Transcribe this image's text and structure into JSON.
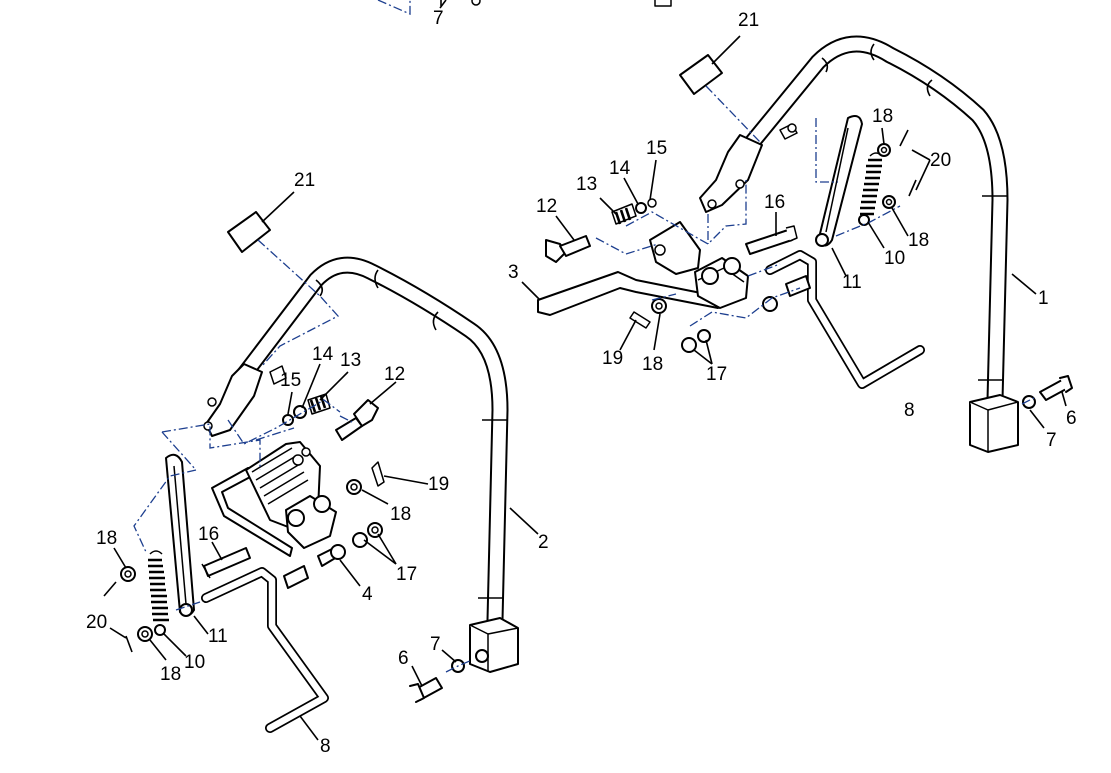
{
  "diagram": {
    "line_color": "#000000",
    "centerline_color": "#1d3f8f",
    "callouts": [
      {
        "id": "c-7-top",
        "text": "7"
      },
      {
        "id": "c-21-right",
        "text": "21"
      },
      {
        "id": "c-18-rt",
        "text": "18"
      },
      {
        "id": "c-20-right",
        "text": "20"
      },
      {
        "id": "c-15-right",
        "text": "15"
      },
      {
        "id": "c-14-right",
        "text": "14"
      },
      {
        "id": "c-13-right",
        "text": "13"
      },
      {
        "id": "c-12-right",
        "text": "12"
      },
      {
        "id": "c-16-right",
        "text": "16"
      },
      {
        "id": "c-3",
        "text": "3"
      },
      {
        "id": "c-18-rr",
        "text": "18"
      },
      {
        "id": "c-10-right",
        "text": "10"
      },
      {
        "id": "c-11-right",
        "text": "11"
      },
      {
        "id": "c-1",
        "text": "1"
      },
      {
        "id": "c-19-right",
        "text": "19"
      },
      {
        "id": "c-18-rb",
        "text": "18"
      },
      {
        "id": "c-17-right",
        "text": "17"
      },
      {
        "id": "c-8-right",
        "text": "8"
      },
      {
        "id": "c-6-right",
        "text": "6"
      },
      {
        "id": "c-7-right",
        "text": "7"
      },
      {
        "id": "c-21-left",
        "text": "21"
      },
      {
        "id": "c-14-left",
        "text": "14"
      },
      {
        "id": "c-13-left",
        "text": "13"
      },
      {
        "id": "c-15-left",
        "text": "15"
      },
      {
        "id": "c-12-left",
        "text": "12"
      },
      {
        "id": "c-19-left",
        "text": "19"
      },
      {
        "id": "c-18-lm",
        "text": "18"
      },
      {
        "id": "c-2",
        "text": "2"
      },
      {
        "id": "c-18-lt",
        "text": "18"
      },
      {
        "id": "c-16-left",
        "text": "16"
      },
      {
        "id": "c-17-left",
        "text": "17"
      },
      {
        "id": "c-4",
        "text": "4"
      },
      {
        "id": "c-20-left",
        "text": "20"
      },
      {
        "id": "c-11-left",
        "text": "11"
      },
      {
        "id": "c-18-lb",
        "text": "18"
      },
      {
        "id": "c-10-left",
        "text": "10"
      },
      {
        "id": "c-6-left",
        "text": "6"
      },
      {
        "id": "c-7-left",
        "text": "7"
      },
      {
        "id": "c-8-left",
        "text": "8"
      }
    ]
  }
}
